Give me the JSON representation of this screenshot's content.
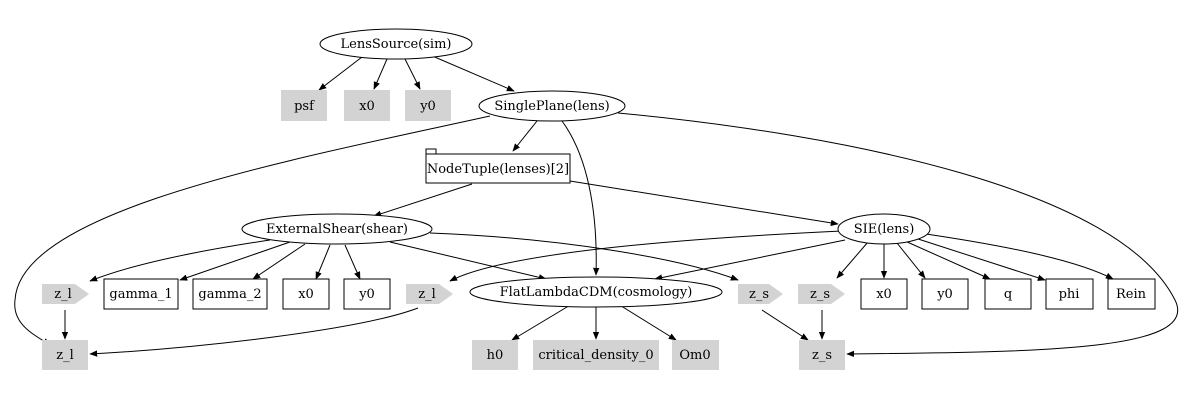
{
  "colors": {
    "param_fill": "#d3d3d3",
    "stroke": "#000000",
    "background": "#ffffff"
  },
  "graph": {
    "nodes": {
      "lens_source": {
        "label": "LensSource(sim)",
        "shape": "ellipse"
      },
      "psf": {
        "label": "psf",
        "shape": "filled-box"
      },
      "x0_sim": {
        "label": "x0",
        "shape": "filled-box"
      },
      "y0_sim": {
        "label": "y0",
        "shape": "filled-box"
      },
      "single_plane": {
        "label": "SinglePlane(lens)",
        "shape": "ellipse"
      },
      "node_tuple": {
        "label": "NodeTuple(lenses)[2]",
        "shape": "tab-box"
      },
      "external_shear": {
        "label": "ExternalShear(shear)",
        "shape": "ellipse"
      },
      "sie": {
        "label": "SIE(lens)",
        "shape": "ellipse"
      },
      "cosmology": {
        "label": "FlatLambdaCDM(cosmology)",
        "shape": "ellipse"
      },
      "z_l_shear": {
        "label": "z_l",
        "shape": "arrow"
      },
      "gamma_1": {
        "label": "gamma_1",
        "shape": "box"
      },
      "gamma_2": {
        "label": "gamma_2",
        "shape": "box"
      },
      "x0_shear": {
        "label": "x0",
        "shape": "box"
      },
      "y0_shear": {
        "label": "y0",
        "shape": "box"
      },
      "z_l_sie": {
        "label": "z_l",
        "shape": "arrow"
      },
      "z_s_shear": {
        "label": "z_s",
        "shape": "arrow"
      },
      "z_s_sie": {
        "label": "z_s",
        "shape": "arrow"
      },
      "x0_sie": {
        "label": "x0",
        "shape": "box"
      },
      "y0_sie": {
        "label": "y0",
        "shape": "box"
      },
      "q": {
        "label": "q",
        "shape": "box"
      },
      "phi": {
        "label": "phi",
        "shape": "box"
      },
      "rein": {
        "label": "Rein",
        "shape": "box"
      },
      "z_l_param": {
        "label": "z_l",
        "shape": "filled-box"
      },
      "h0": {
        "label": "h0",
        "shape": "filled-box"
      },
      "critical_density_0": {
        "label": "critical_density_0",
        "shape": "filled-box"
      },
      "om0": {
        "label": "Om0",
        "shape": "filled-box"
      },
      "z_s_param": {
        "label": "z_s",
        "shape": "filled-box"
      }
    },
    "edges": [
      [
        "lens_source",
        "psf"
      ],
      [
        "lens_source",
        "x0_sim"
      ],
      [
        "lens_source",
        "y0_sim"
      ],
      [
        "lens_source",
        "single_plane"
      ],
      [
        "single_plane",
        "node_tuple"
      ],
      [
        "single_plane",
        "cosmology"
      ],
      [
        "single_plane",
        "z_l_param"
      ],
      [
        "single_plane",
        "z_s_param"
      ],
      [
        "node_tuple",
        "external_shear"
      ],
      [
        "node_tuple",
        "sie"
      ],
      [
        "external_shear",
        "z_l_shear"
      ],
      [
        "external_shear",
        "gamma_1"
      ],
      [
        "external_shear",
        "gamma_2"
      ],
      [
        "external_shear",
        "x0_shear"
      ],
      [
        "external_shear",
        "y0_shear"
      ],
      [
        "external_shear",
        "cosmology"
      ],
      [
        "external_shear",
        "z_s_shear"
      ],
      [
        "sie",
        "z_l_sie"
      ],
      [
        "sie",
        "cosmology"
      ],
      [
        "sie",
        "z_s_sie"
      ],
      [
        "sie",
        "x0_sie"
      ],
      [
        "sie",
        "y0_sie"
      ],
      [
        "sie",
        "q"
      ],
      [
        "sie",
        "phi"
      ],
      [
        "sie",
        "rein"
      ],
      [
        "z_l_shear",
        "z_l_param"
      ],
      [
        "z_l_sie",
        "z_l_param"
      ],
      [
        "cosmology",
        "h0"
      ],
      [
        "cosmology",
        "critical_density_0"
      ],
      [
        "cosmology",
        "om0"
      ],
      [
        "z_s_shear",
        "z_s_param"
      ],
      [
        "z_s_sie",
        "z_s_param"
      ]
    ]
  }
}
